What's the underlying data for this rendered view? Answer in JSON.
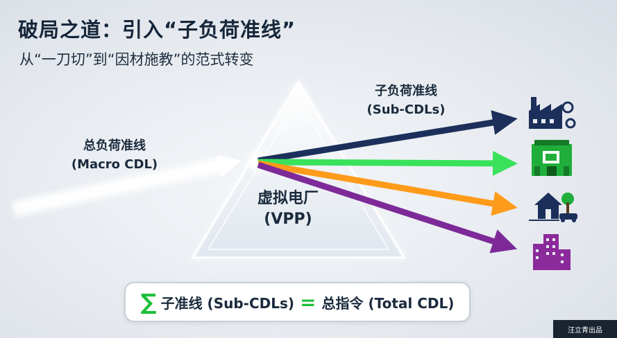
{
  "header": {
    "title": "破局之道：引入“子负荷准线”",
    "subtitle": "从“一刀切”到“因材施教”的范式转变"
  },
  "diagram": {
    "input_label_line1": "总负荷准线",
    "input_label_line2": "(Macro CDL)",
    "output_label_line1": "子负荷准线",
    "output_label_line2": "(Sub-CDLs)",
    "prism_label_line1": "虚拟电厂",
    "prism_label_line2": "(VPP)",
    "beam_colors": [
      "#1c2f5a",
      "#39e25a",
      "#ff9b1a",
      "#7d2a98"
    ],
    "targets": [
      "factory-icon",
      "store-icon",
      "house-car-icon",
      "office-buildings-icon"
    ]
  },
  "formula": {
    "sigma": "∑",
    "left": "子准线 (Sub-CDLs)",
    "equals": "=",
    "right": "总指令 (Total CDL)"
  },
  "watermark": "汪立青出品"
}
